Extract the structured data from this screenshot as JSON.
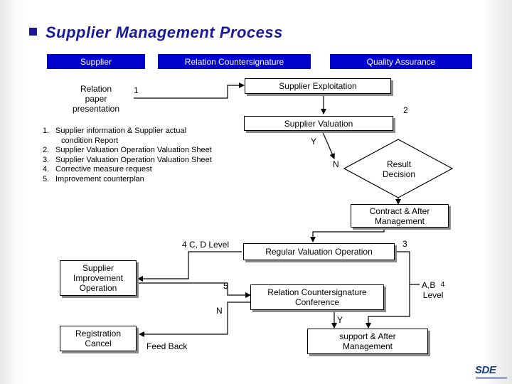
{
  "title": "Supplier Management Process",
  "lanes": {
    "supplier": "Supplier",
    "relation": "Relation Countersignature",
    "quality": "Quality Assurance"
  },
  "nodes": {
    "relation_paper": [
      "Relation",
      "paper",
      "presentation"
    ],
    "supplier_exploitation": "Supplier Exploitation",
    "supplier_valuation": "Supplier Valuation",
    "result_decision": [
      "Result",
      "Decision"
    ],
    "contract_after": [
      "Contract & After",
      "Management"
    ],
    "regular_valuation": "Regular Valuation Operation",
    "relation_conference": [
      "Relation Countersignature",
      "Conference"
    ],
    "support_after": [
      "support & After",
      "Management"
    ],
    "supplier_improvement": [
      "Supplier",
      "Improvement",
      "Operation"
    ],
    "registration_cancel": [
      "Registration",
      "Cancel"
    ]
  },
  "labels": {
    "step1": "1",
    "step2": "2",
    "step3": "3",
    "level_cd": "4  C, D Level",
    "level_ab": [
      "A,B",
      "Level"
    ],
    "level_ab_num": "4",
    "step5": "5",
    "yes1": "Y",
    "no1": "N",
    "no2": "N",
    "yes2": "Y",
    "feed_back": "Feed Back"
  },
  "documents": [
    {
      "num": "1.",
      "text": "Supplier information & Supplier actual",
      "cont": "condition  Report"
    },
    {
      "num": "2.",
      "text": "Supplier Valuation Operation Valuation Sheet"
    },
    {
      "num": "3.",
      "text": "Supplier Valuation Operation Valuation Sheet"
    },
    {
      "num": "4.",
      "text": "Corrective measure request"
    },
    {
      "num": "5.",
      "text": "Improvement   counterplan"
    }
  ],
  "logo": "SDE"
}
